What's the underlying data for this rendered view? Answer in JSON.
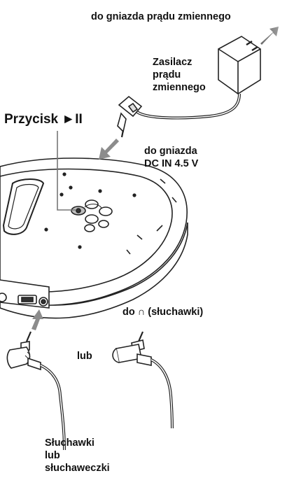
{
  "labels": {
    "ac_outlet": "do gniazda prądu zmiennego",
    "adapter": [
      "Zasilacz",
      "prądu",
      "zmiennego"
    ],
    "play_button": "Przycisk ►II",
    "dc_in": [
      "do gniazda",
      "DC IN 4.5 V"
    ],
    "headphone_jack": "do ∩ (słuchawki)",
    "or": "lub",
    "headphones": [
      "Słuchawki",
      "lub",
      "słuchaweczki"
    ]
  }
}
